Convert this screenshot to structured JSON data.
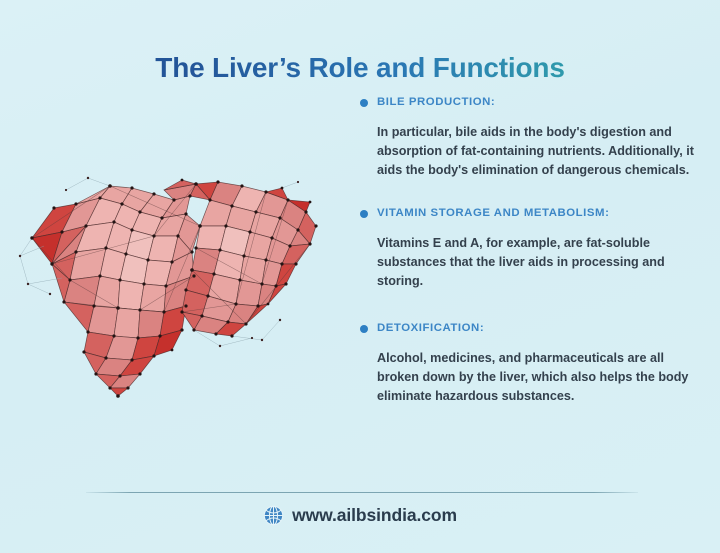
{
  "title": "The Liver’s Role and Functions",
  "illustration": {
    "name": "liver-low-poly-illustration",
    "alt": "Low-poly wireframe illustration of a human liver",
    "palette": {
      "light_pink": "#e9a9a6",
      "mid_pink": "#e08f8d",
      "red": "#d9534f",
      "deep_red": "#c9302c",
      "edge": "#4a2a2a",
      "vertex": "#2b1a1a"
    }
  },
  "sections": [
    {
      "id": "bile",
      "heading": "BILE PRODUCTION:",
      "body": "In particular, bile aids in the body's digestion and absorption of fat-containing nutrients. Additionally, it aids the body's elimination of dangerous chemicals."
    },
    {
      "id": "vitamin",
      "heading": "VITAMIN STORAGE AND METABOLISM:",
      "body": "Vitamins E and A, for example, are fat-soluble substances that the liver aids in processing and storing."
    },
    {
      "id": "detox",
      "heading": "DETOXIFICATION:",
      "body": "Alcohol, medicines, and pharmaceuticals are all broken down by the liver, which also helps the body eliminate hazardous substances."
    }
  ],
  "footer": {
    "icon": "globe-icon",
    "url": "www.ailbsindia.com"
  },
  "colors": {
    "background": "#d9f0f5",
    "title_gradient_start": "#1c4a8e",
    "title_gradient_end": "#31aeaa",
    "heading": "#3c86c6",
    "bullet": "#2d7fc3",
    "body_text": "#34414d",
    "divider": "#6c98a6",
    "footer_text": "#2a3c4d"
  }
}
